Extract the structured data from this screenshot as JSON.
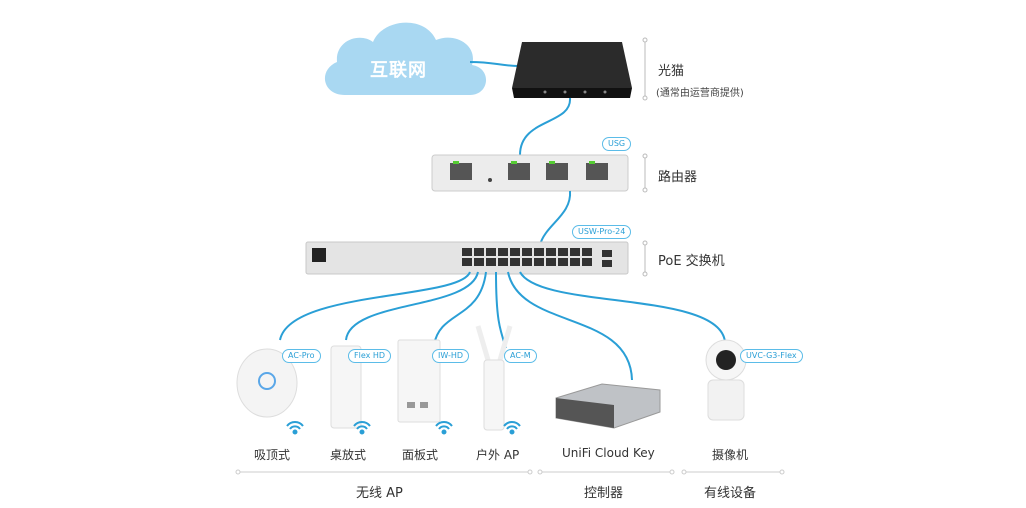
{
  "cloud": {
    "label": "互联网"
  },
  "modem": {
    "label": "光猫",
    "note": "(通常由运营商提供)"
  },
  "router": {
    "label": "路由器",
    "tag": "USG"
  },
  "switch": {
    "label": "PoE 交换机",
    "tag": "USW-Pro-24"
  },
  "devices": [
    {
      "tag": "AC-Pro",
      "label": "吸顶式"
    },
    {
      "tag": "Flex HD",
      "label": "桌放式"
    },
    {
      "tag": "IW-HD",
      "label": "面板式"
    },
    {
      "tag": "AC-M",
      "label": "户外 AP"
    },
    {
      "tag": "",
      "label": "UniFi Cloud Key"
    },
    {
      "tag": "UVC-G3-Flex",
      "label": "摄像机"
    }
  ],
  "groups": [
    {
      "label": "无线 AP"
    },
    {
      "label": "控制器"
    },
    {
      "label": "有线设备"
    }
  ],
  "colors": {
    "link": "#2a9fd6",
    "cloud": "#a9d8f2",
    "wifi": "#2a9fd6"
  }
}
